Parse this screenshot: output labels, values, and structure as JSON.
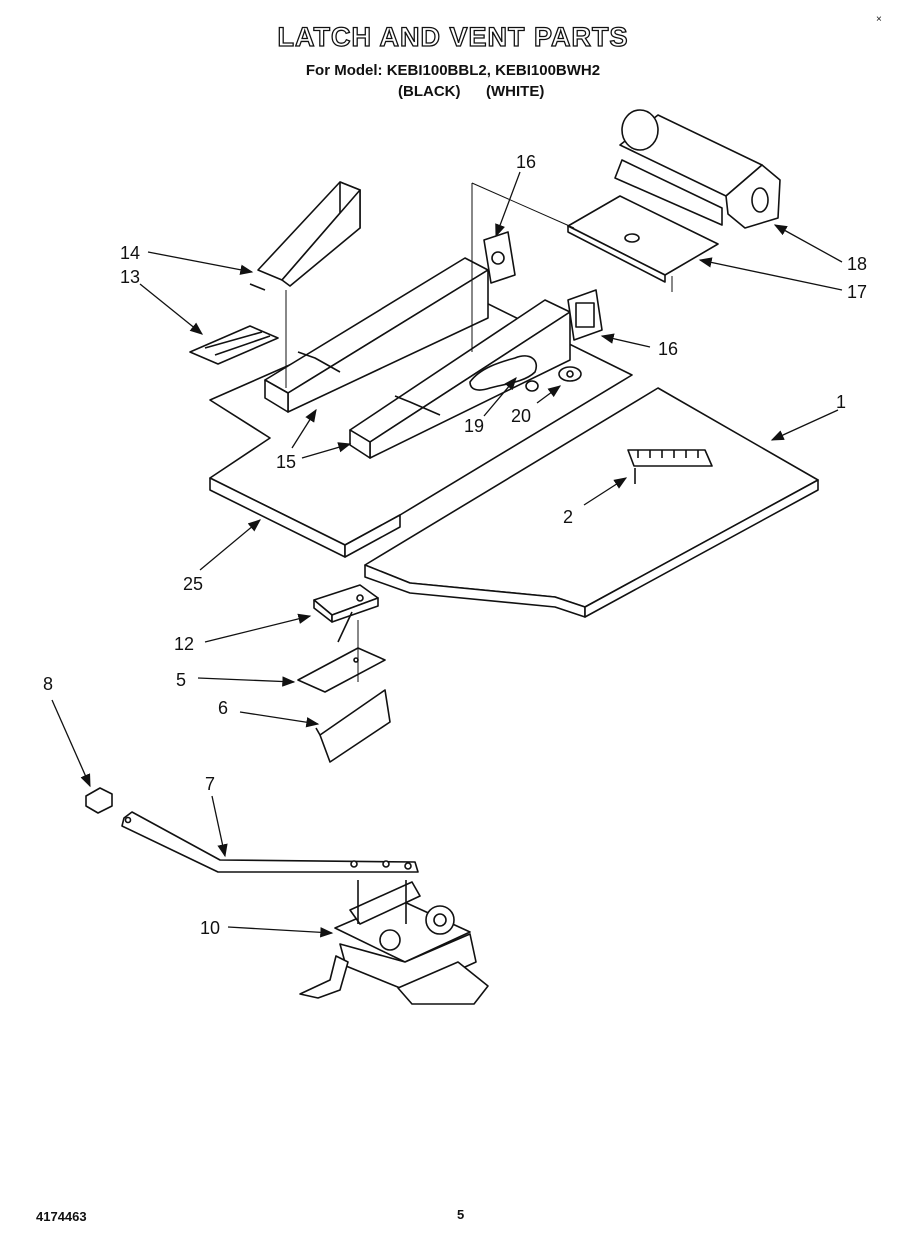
{
  "header": {
    "title": "LATCH AND VENT PARTS",
    "model_line": "For Model: KEBI100BBL2, KEBI100BWH2",
    "color_black": "(BLACK)",
    "color_white": "(WHITE)"
  },
  "callouts": {
    "c1": "1",
    "c2": "2",
    "c5": "5",
    "c6": "6",
    "c7": "7",
    "c8": "8",
    "c10": "10",
    "c12": "12",
    "c13": "13",
    "c14": "14",
    "c15a": "15",
    "c16a": "16",
    "c16b": "16",
    "c17": "17",
    "c18": "18",
    "c19": "19",
    "c20": "20",
    "c25": "25"
  },
  "footer": {
    "doc_number": "4174463",
    "page_number": "5",
    "corner_mark": "×"
  }
}
